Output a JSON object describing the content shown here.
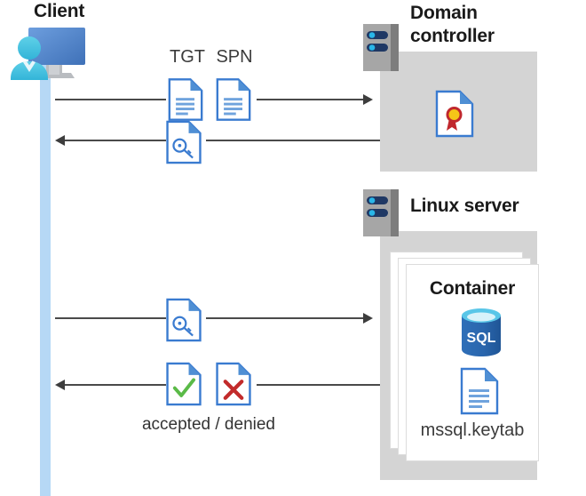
{
  "diagram": {
    "title_client": "Client",
    "title_domain_controller": "Domain\ncontroller",
    "title_linux_server": "Linux server",
    "title_container": "Container",
    "label_tgt": "TGT",
    "label_spn": "SPN",
    "label_keytab_file": "mssql.keytab",
    "label_accepted_denied": "accepted / denied",
    "label_sql": "SQL"
  },
  "icons": {
    "client": "client-workstation-icon",
    "server_dc": "server-rack-icon",
    "server_linux": "server-rack-icon",
    "document_tgt": "document-icon",
    "document_spn": "document-icon",
    "document_ticket": "document-key-icon",
    "document_request": "document-key-icon",
    "document_accepted": "document-check-icon",
    "document_denied": "document-x-icon",
    "certificate": "certificate-icon",
    "database": "sql-database-icon",
    "keytab": "document-icon"
  },
  "colors": {
    "accent_blue": "#3a7bd0",
    "doc_fold_blue": "#4f8fd4",
    "lifeline_blue": "#b6d8f5",
    "zone_gray": "#d4d4d4",
    "server_gray": "#9c9c9c",
    "server_pill_navy": "#1f3864",
    "server_dot_cyan": "#29b6e8",
    "check_green": "#5aba47",
    "cross_red": "#c22b2b",
    "seal_yellow": "#f5c518",
    "seal_red": "#c0272d",
    "sql_blue": "#2c6bb5",
    "sql_top_cyan": "#55c4e8",
    "arrow_gray": "#4a4a4a",
    "text_dark": "#1a1a1a",
    "text_body": "#3b3b3b",
    "person_cyan": "#46c3e0",
    "monitor_blue": "#5a8fd0"
  },
  "arrows": [
    {
      "name": "client-to-dc-request",
      "direction": "right"
    },
    {
      "name": "dc-to-client-ticket",
      "direction": "left"
    },
    {
      "name": "client-to-linux-request",
      "direction": "right"
    },
    {
      "name": "linux-to-client-response",
      "direction": "left"
    }
  ]
}
